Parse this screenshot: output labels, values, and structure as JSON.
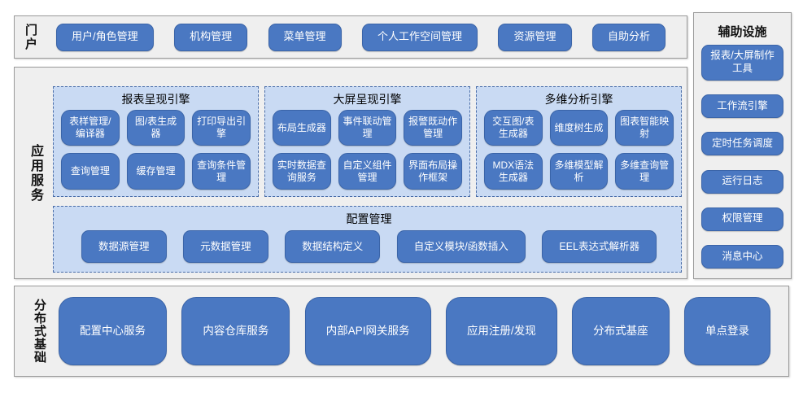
{
  "portal": {
    "label": "门户",
    "items": [
      "用户/角色管理",
      "机构管理",
      "菜单管理",
      "个人工作空间管理",
      "资源管理",
      "自助分析"
    ]
  },
  "app_services": {
    "label": "应用服务",
    "engines": [
      {
        "title": "报表呈现引擎",
        "items": [
          "表样管理/编译器",
          "图/表生成器",
          "打印导出引擎",
          "查询管理",
          "缓存管理",
          "查询条件管理"
        ]
      },
      {
        "title": "大屏呈现引擎",
        "items": [
          "布局生成器",
          "事件联动管理",
          "报警既动作管理",
          "实时数据查询服务",
          "自定义组件管理",
          "界面布局操作框架"
        ]
      },
      {
        "title": "多维分析引擎",
        "items": [
          "交互图/表生成器",
          "维度树生成",
          "图表智能映射",
          "MDX语法生成器",
          "多维模型解析",
          "多维查询管理"
        ]
      }
    ],
    "config": {
      "title": "配置管理",
      "items": [
        "数据源管理",
        "元数据管理",
        "数据结构定义",
        "自定义模块/函数插入",
        "EEL表达式解析器"
      ]
    }
  },
  "distributed": {
    "label": "分布式基础",
    "items": [
      "配置中心服务",
      "内容仓库服务",
      "内部API网关服务",
      "应用注册/发现",
      "分布式基座",
      "单点登录"
    ]
  },
  "auxiliary": {
    "title": "辅助设施",
    "items": [
      "报表/大屏制作工具",
      "工作流引擎",
      "定时任务调度",
      "运行日志",
      "权限管理",
      "消息中心"
    ]
  },
  "colors": {
    "button_fill": "#4a78c2",
    "button_border": "#3a64a8",
    "button_text": "#ffffff",
    "panel_fill": "#efefef",
    "panel_border": "#9b9b9b",
    "group_fill": "#c9daf3",
    "group_border": "#4a6da8"
  }
}
